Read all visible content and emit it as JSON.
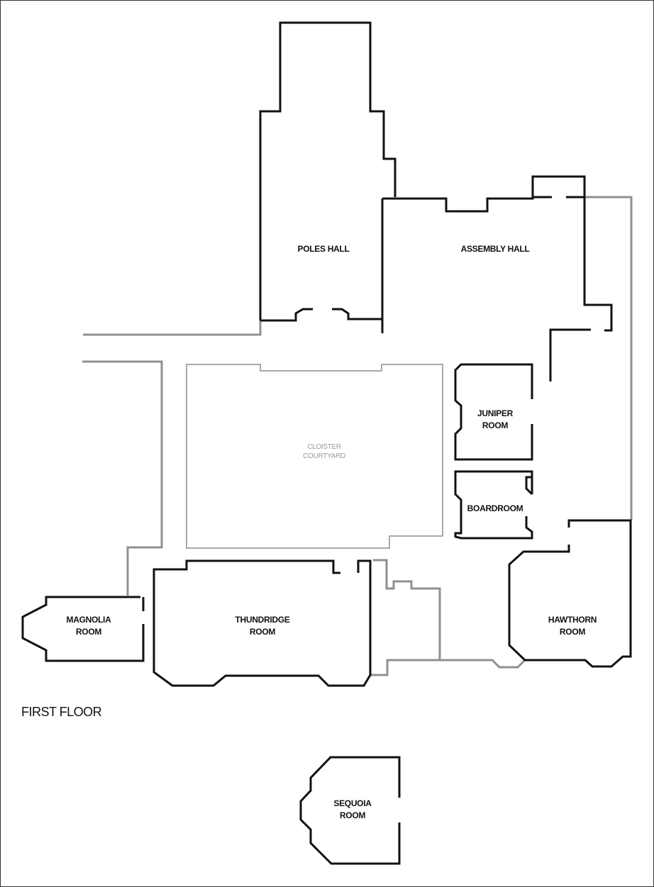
{
  "floor": {
    "title": "FIRST FLOOR"
  },
  "rooms": {
    "poles_hall": {
      "line1": "POLES HALL"
    },
    "assembly_hall": {
      "line1": "ASSEMBLY HALL"
    },
    "juniper": {
      "line1": "JUNIPER",
      "line2": "ROOM"
    },
    "boardroom": {
      "line1": "BOARDROOM"
    },
    "magnolia": {
      "line1": "MAGNOLIA",
      "line2": "ROOM"
    },
    "thundridge": {
      "line1": "THUNDRIDGE",
      "line2": "ROOM"
    },
    "hawthorn": {
      "line1": "HAWTHORN",
      "line2": "ROOM"
    },
    "sequoia": {
      "line1": "SEQUOIA",
      "line2": "ROOM"
    }
  },
  "areas": {
    "cloister": {
      "line1": "CLOISTER",
      "line2": "COURTYARD"
    }
  },
  "colors": {
    "wall": "#111111",
    "corridor": "#909090",
    "courtyard": "#a9a9a9",
    "courtyard_label": "#9a9a9a"
  }
}
